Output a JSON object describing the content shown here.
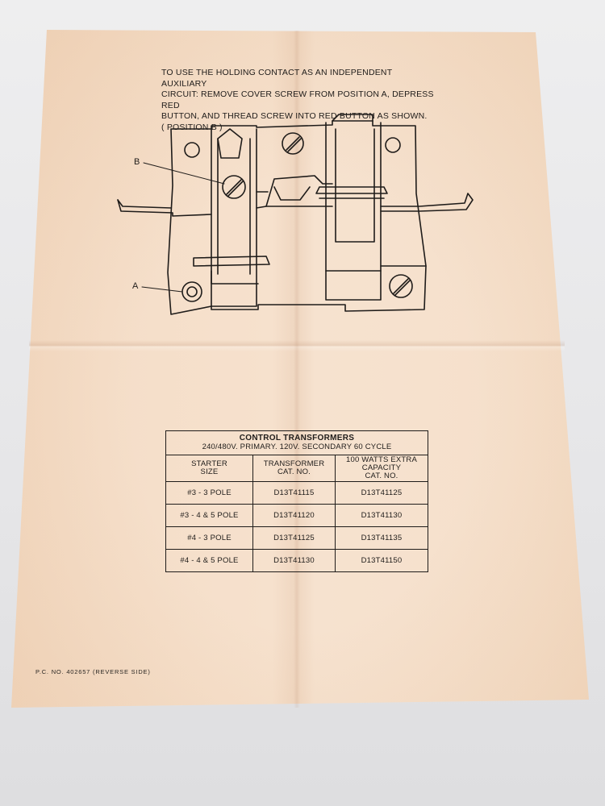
{
  "instruction": {
    "text": "TO USE THE HOLDING CONTACT AS AN INDEPENDENT AUXILIARY\nCIRCUIT:  REMOVE COVER SCREW FROM POSITION A, DEPRESS RED\nBUTTON, AND THREAD SCREW INTO RED BUTTON AS SHOWN.\n( POSITION B )"
  },
  "diagram": {
    "label_a": "A",
    "label_b": "B"
  },
  "table": {
    "title": "CONTROL TRANSFORMERS",
    "subtitle": "240/480V. PRIMARY. 120V. SECONDARY 60 CYCLE",
    "headers": [
      [
        "STARTER",
        "SIZE"
      ],
      [
        "TRANSFORMER",
        "CAT. NO."
      ],
      [
        "100 WATTS EXTRA",
        "CAPACITY",
        "CAT. NO."
      ]
    ],
    "rows": [
      [
        "#3 - 3 POLE",
        "D13T41115",
        "D13T41125"
      ],
      [
        "#3 - 4 & 5 POLE",
        "D13T41120",
        "D13T41130"
      ],
      [
        "#4 - 3 POLE",
        "D13T41125",
        "D13T41135"
      ],
      [
        "#4 - 4 & 5 POLE",
        "D13T41130",
        "D13T41150"
      ]
    ]
  },
  "footer": {
    "code": "P.C. NO. 402657  (REVERSE SIDE)"
  }
}
